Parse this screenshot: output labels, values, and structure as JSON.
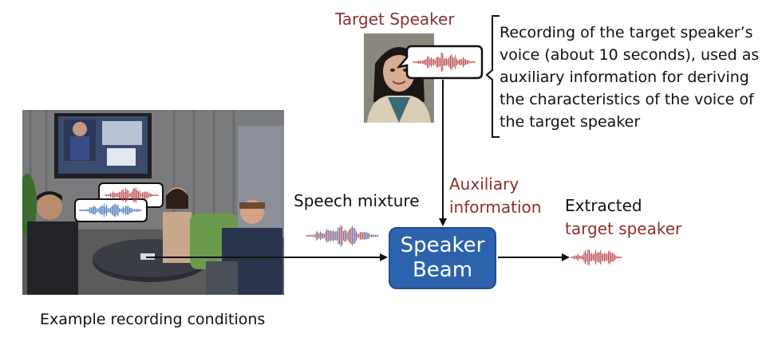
{
  "labels": {
    "target_speaker": "Target Speaker",
    "note_lines": [
      "Recording of the target speaker’s",
      "voice (about 10 seconds), used as",
      "auxiliary information for deriving",
      "the characteristics of the voice of",
      "the target speaker"
    ],
    "auxiliary_line1": "Auxiliary",
    "auxiliary_line2": "information",
    "speech_mixture": "Speech mixture",
    "extracted_line1": "Extracted",
    "extracted_line2": "target speaker",
    "caption": "Example recording conditions"
  },
  "beam": {
    "line1": "Speaker",
    "line2": "Beam"
  },
  "colors": {
    "accent_red": "#8e2f2f",
    "waveform_red": "#b84048",
    "waveform_blue": "#3f6fb8",
    "beam_fill": "#2d63ad",
    "text": "#111111"
  }
}
